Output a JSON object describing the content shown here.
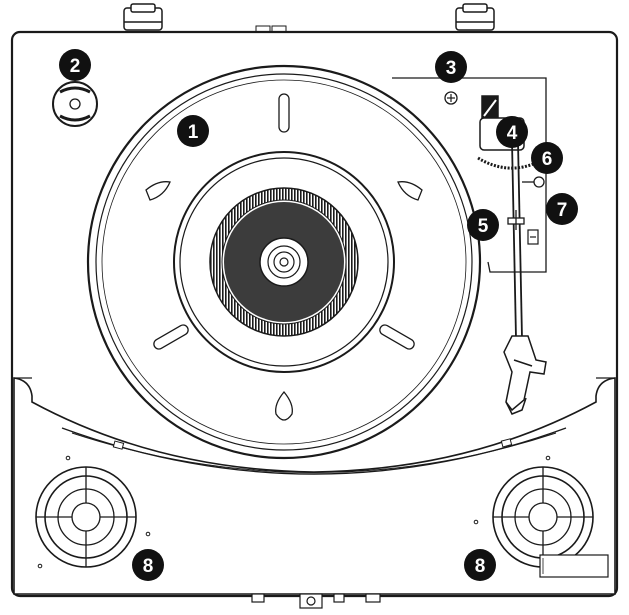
{
  "diagram": {
    "subject": "turntable-top-view",
    "colors": {
      "line": "#1a1a1a",
      "fill": "#ffffff",
      "callout": "#111111",
      "callout_text": "#ffffff"
    },
    "callouts": [
      {
        "id": "c1",
        "label": "1"
      },
      {
        "id": "c2",
        "label": "2"
      },
      {
        "id": "c3",
        "label": "3"
      },
      {
        "id": "c4",
        "label": "4"
      },
      {
        "id": "c5",
        "label": "5"
      },
      {
        "id": "c6",
        "label": "6"
      },
      {
        "id": "c7",
        "label": "7"
      },
      {
        "id": "c8a",
        "label": "8"
      },
      {
        "id": "c8b",
        "label": "8"
      }
    ]
  }
}
